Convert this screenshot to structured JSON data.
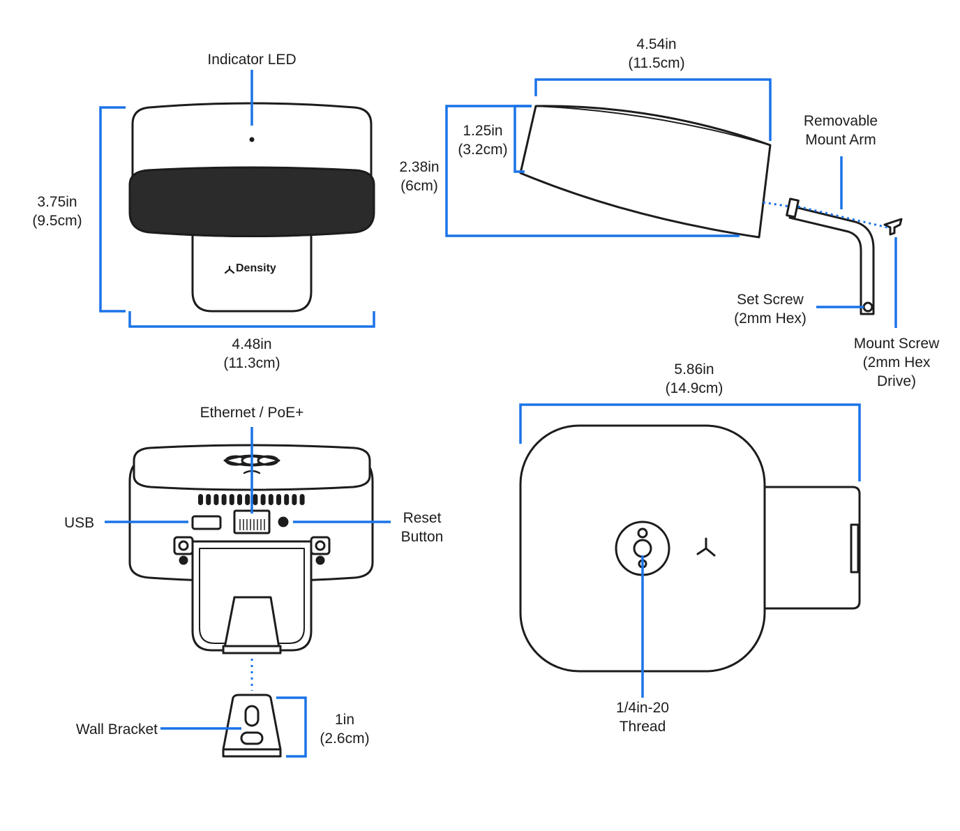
{
  "colors": {
    "accent": "#1a73e8",
    "outline": "#1c1c1c",
    "dark_fill": "#2b2b2b",
    "background": "#ffffff"
  },
  "brand": {
    "logo_text": "Density",
    "logo_icon": "density-logo-icon"
  },
  "front_view": {
    "indicator_label": "Indicator LED",
    "height_in": "3.75in",
    "height_cm": "(9.5cm)",
    "width_in": "4.48in",
    "width_cm": "(11.3cm)"
  },
  "side_view": {
    "length_in": "4.54in",
    "length_cm": "(11.5cm)",
    "front_height_in": "1.25in",
    "front_height_cm": "(3.2cm)",
    "total_height_in": "2.38in",
    "total_height_cm": "(6cm)",
    "mount_arm_line1": "Removable",
    "mount_arm_line2": "Mount Arm",
    "set_screw_line1": "Set Screw",
    "set_screw_line2": "(2mm Hex)",
    "mount_screw_line1": "Mount Screw",
    "mount_screw_line2": "(2mm Hex",
    "mount_screw_line3": "Drive)"
  },
  "rear_view": {
    "ethernet_label": "Ethernet / PoE+",
    "usb_label": "USB",
    "reset_line1": "Reset",
    "reset_line2": "Button",
    "wall_bracket_label": "Wall Bracket",
    "bracket_height_in": "1in",
    "bracket_height_cm": "(2.6cm)"
  },
  "top_view": {
    "width_in": "5.86in",
    "width_cm": "(14.9cm)",
    "thread_line1": "1/4in-20",
    "thread_line2": "Thread"
  }
}
